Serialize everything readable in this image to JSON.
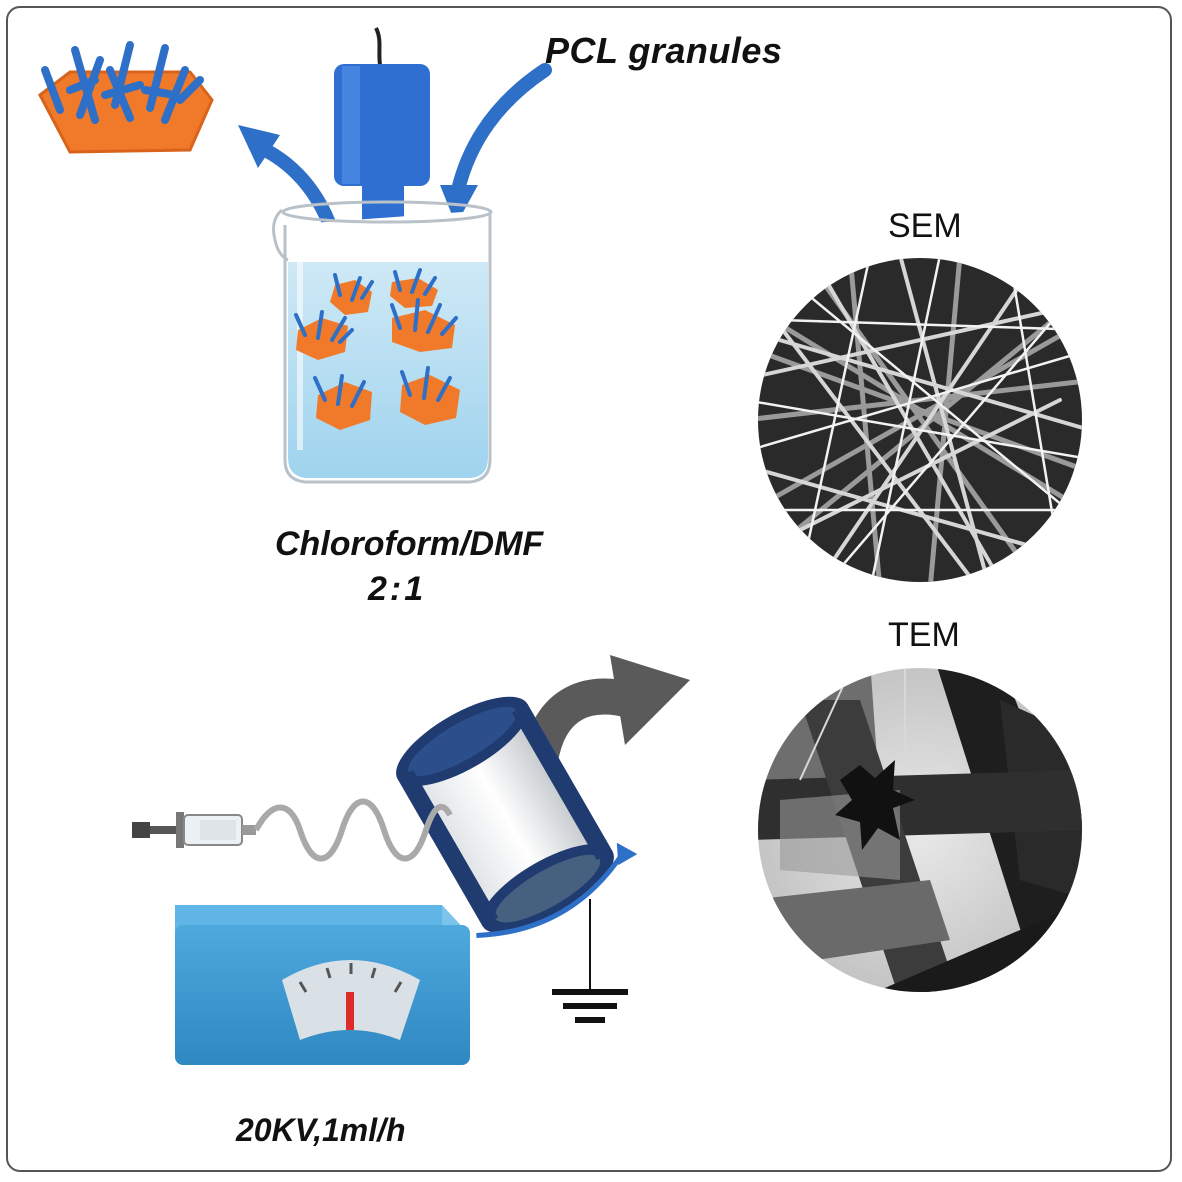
{
  "labels": {
    "pcl": "PCL granules",
    "solvent": "Chloroform/DMF",
    "ratio": "2:1",
    "sem": "SEM",
    "tem": "TEM",
    "params": "20KV,1ml/h"
  },
  "colors": {
    "blue_accent": "#2e6fc8",
    "orange_particle": "#f07a2a",
    "power_box": "#4aa3d8",
    "arrow_gray": "#5a5a5a"
  }
}
